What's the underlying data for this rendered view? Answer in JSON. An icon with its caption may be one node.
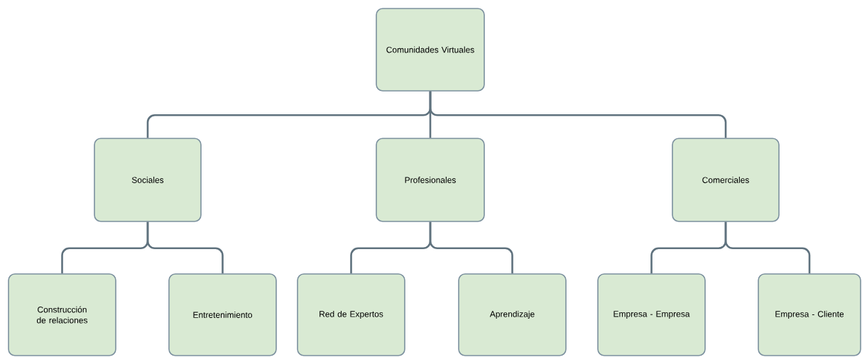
{
  "diagram": {
    "nodes": [
      {
        "text": [
          "Comunidades Virtuales"
        ]
      },
      {
        "text": [
          "Sociales"
        ]
      },
      {
        "text": [
          "Profesionales"
        ]
      },
      {
        "text": [
          "Comerciales"
        ]
      },
      {
        "text": [
          "Construcción de relaciones"
        ]
      },
      {
        "text": [
          "Entretenimiento"
        ]
      },
      {
        "text": [
          "Red de Expertos"
        ]
      },
      {
        "text": [
          "Aprendizaje"
        ]
      },
      {
        "text": [
          "Empresa - Empresa"
        ]
      },
      {
        "text": [
          "Empresa - Cliente"
        ]
      }
    ],
    "edges": [
      {
        "from": 0,
        "to": 1,
        "arrow": "none"
      },
      {
        "from": 0,
        "to": 2,
        "arrow": "none"
      },
      {
        "from": 0,
        "to": 3,
        "arrow": "none"
      },
      {
        "from": 1,
        "to": 4,
        "arrow": "none"
      },
      {
        "from": 1,
        "to": 5,
        "arrow": "none"
      },
      {
        "from": 2,
        "to": 6,
        "arrow": "none"
      },
      {
        "from": 2,
        "to": 7,
        "arrow": "none"
      },
      {
        "from": 3,
        "to": 8,
        "arrow": "none"
      },
      {
        "from": 3,
        "to": 9,
        "arrow": "none"
      }
    ]
  }
}
